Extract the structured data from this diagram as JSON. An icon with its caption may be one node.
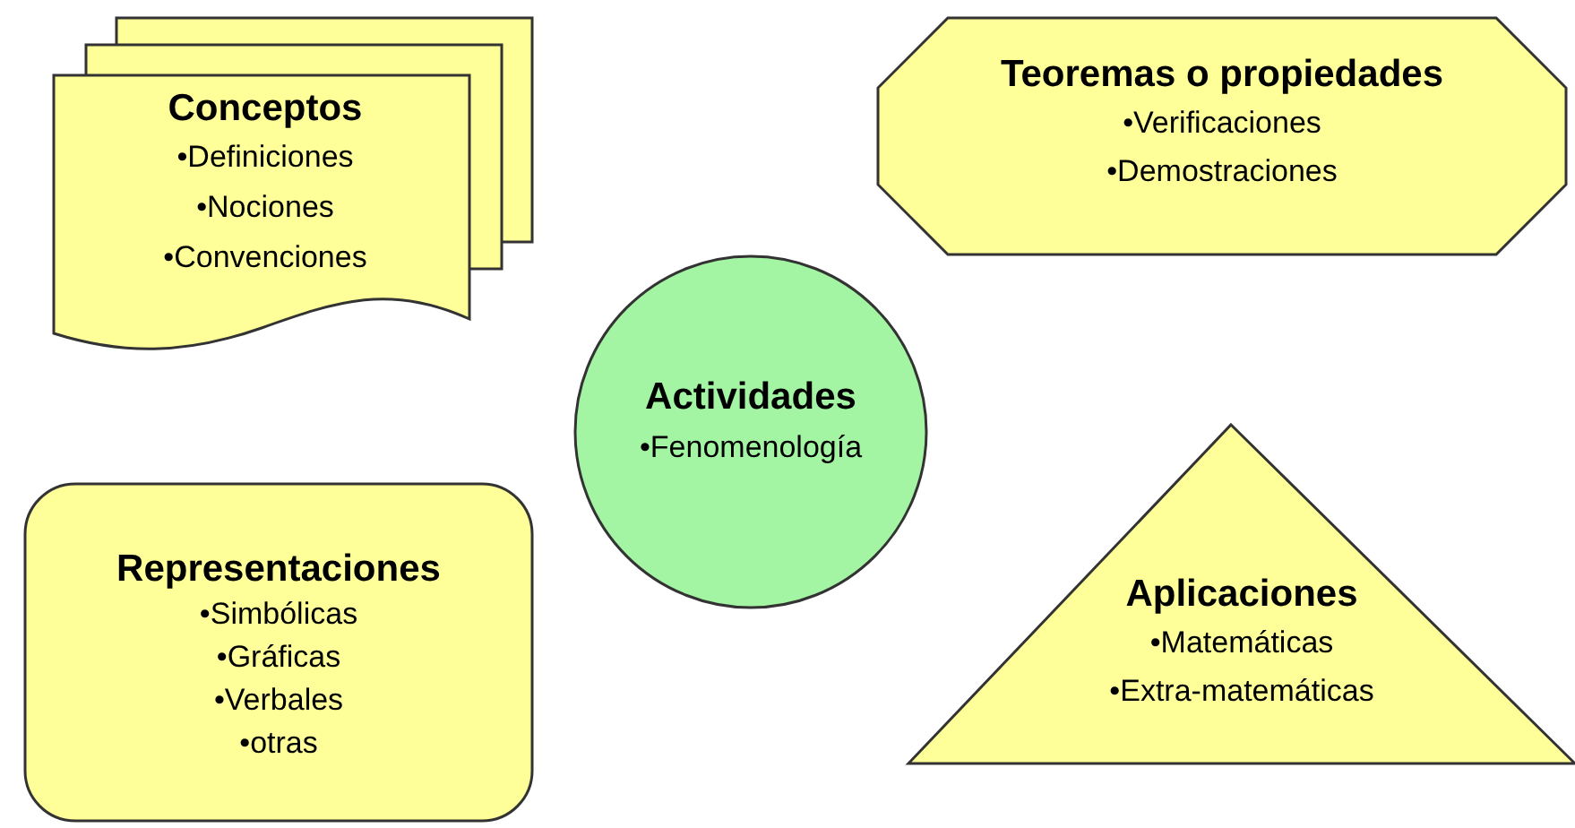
{
  "diagram": {
    "nodes": [
      {
        "text": [
          "Conceptos",
          "•Definiciones",
          "•Nociones",
          "•Convenciones"
        ]
      },
      {
        "text": [
          "Teoremas o propiedades",
          "•Verificaciones",
          "•Demostraciones"
        ]
      },
      {
        "text": [
          "Actividades",
          "•Fenomenología"
        ]
      },
      {
        "text": [
          "Representaciones",
          "•Simbólicas",
          "•Gráficas",
          "•Verbales",
          "•otras"
        ]
      },
      {
        "text": [
          "Aplicaciones",
          "•Matemáticas",
          "•Extra-matemáticas"
        ]
      }
    ]
  }
}
